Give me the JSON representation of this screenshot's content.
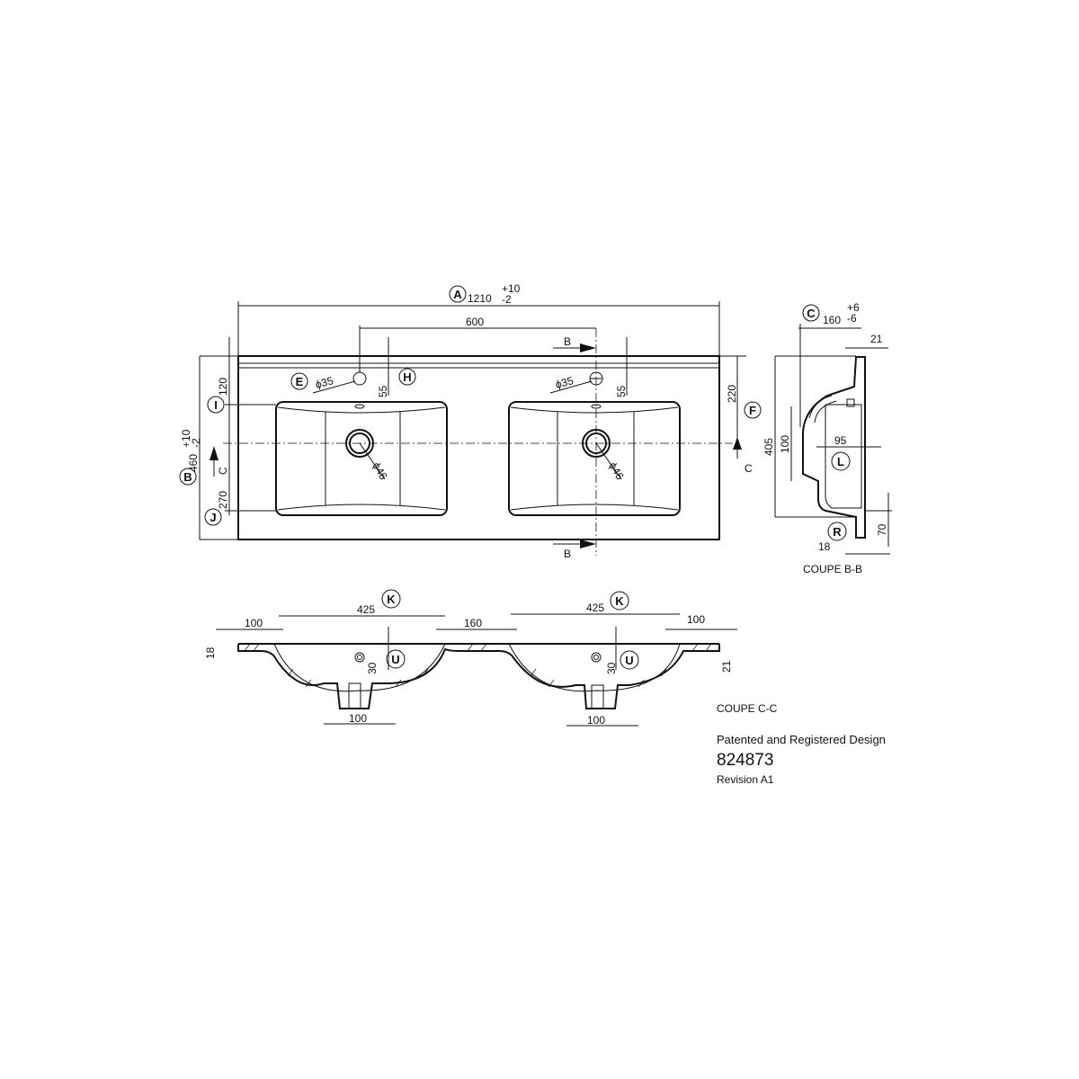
{
  "plan": {
    "width_label": "A",
    "width": "1210",
    "width_tol_plus": "+10",
    "width_tol_minus": "-2",
    "tap_spacing": "600",
    "depth_label": "B",
    "depth": "460",
    "depth_tol_plus": "+10",
    "depth_tol_minus": "-2",
    "dim_120": "120",
    "dim_270": "270",
    "dim_55a": "55",
    "dim_55b": "55",
    "dim_220": "220",
    "tap_hole_1": "ϕ35",
    "tap_hole_2": "ϕ35",
    "drain_1": "ϕ46",
    "drain_2": "ϕ46",
    "labels": {
      "E": "E",
      "H": "H",
      "I": "I",
      "J": "J",
      "F": "F"
    },
    "section_b": "B",
    "section_c": "C"
  },
  "section_bb": {
    "title": "COUPE B-B",
    "depth_label": "C",
    "depth": "160",
    "tol_plus": "+6",
    "tol_minus": "-6",
    "dim_21": "21",
    "dim_405": "405",
    "dim_100": "100",
    "dim_95": "95",
    "dim_70": "70",
    "dim_18": "18",
    "label_L": "L",
    "label_R": "R"
  },
  "section_cc": {
    "title": "COUPE C-C",
    "basin_width_1": "425",
    "basin_width_2": "425",
    "label_K": "K",
    "edge_left": "100",
    "edge_right": "100",
    "between": "160",
    "thickness_18": "18",
    "thickness_21": "21",
    "overflow_1": "30",
    "overflow_2": "30",
    "label_U": "U",
    "outlet_1": "100",
    "outlet_2": "100"
  },
  "notes": {
    "patent": "Patented and Registered Design",
    "number": "824873",
    "revision": "Revision A1"
  }
}
